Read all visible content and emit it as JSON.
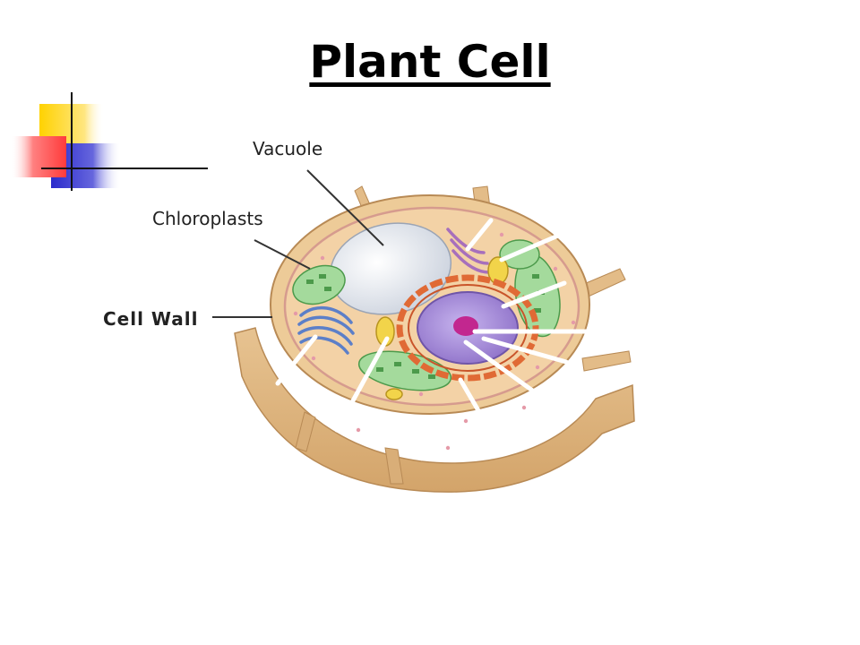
{
  "slide": {
    "title": "Plant Cell"
  },
  "labels": {
    "vacuole": "Vacuole",
    "chloroplasts": "Chloroplasts",
    "cell_wall": "Cell Wall"
  },
  "colors": {
    "accent_yellow": "#FFD200",
    "accent_blue": "#3333CC",
    "accent_red": "#FF4D4D",
    "cell_wall": "#E9C89A",
    "cytoplasm": "#F2CFA0",
    "vacuole": "#E4E8F0",
    "chloroplast": "#9FD89A",
    "nucleus": "#A98FD8",
    "nucleolus": "#C2278F",
    "golgi": "#5C7FC8",
    "mitochondria": "#F0D040"
  }
}
